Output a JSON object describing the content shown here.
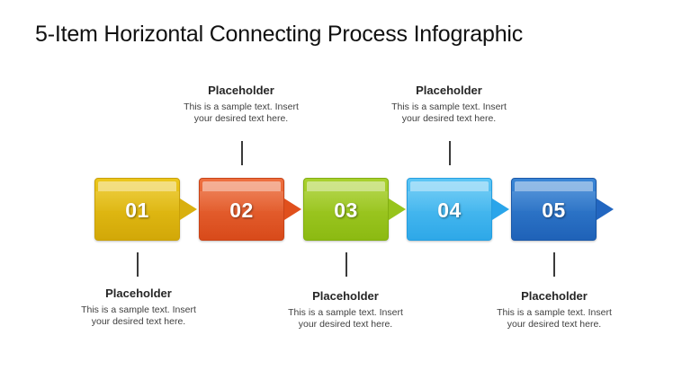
{
  "title": "5-Item Horizontal Connecting Process Infographic",
  "steps": [
    {
      "number": "01",
      "color_top": "#ecc71c",
      "color_bottom": "#d2a808",
      "arrow_color": "#d9b00f",
      "label_position": "below",
      "heading": "Placeholder",
      "text": "This is a sample text. Insert your desired text here."
    },
    {
      "number": "02",
      "color_top": "#ee7040",
      "color_bottom": "#d84a1a",
      "arrow_color": "#e0501d",
      "label_position": "above",
      "heading": "Placeholder",
      "text": "This is a sample text. Insert your desired text here."
    },
    {
      "number": "03",
      "color_top": "#a9d12e",
      "color_bottom": "#8cba12",
      "arrow_color": "#97c41c",
      "label_position": "below",
      "heading": "Placeholder",
      "text": "This is a sample text. Insert your desired text here."
    },
    {
      "number": "04",
      "color_top": "#5cc6f5",
      "color_bottom": "#2ea8e8",
      "arrow_color": "#2aa5ea",
      "label_position": "above",
      "heading": "Placeholder",
      "text": "This is a sample text. Insert your desired text here."
    },
    {
      "number": "05",
      "color_top": "#3a86d6",
      "color_bottom": "#1f62b8",
      "arrow_color": "#2266c0",
      "label_position": "below",
      "heading": "Placeholder",
      "text": "This is a sample text. Insert your desired text here."
    }
  ]
}
